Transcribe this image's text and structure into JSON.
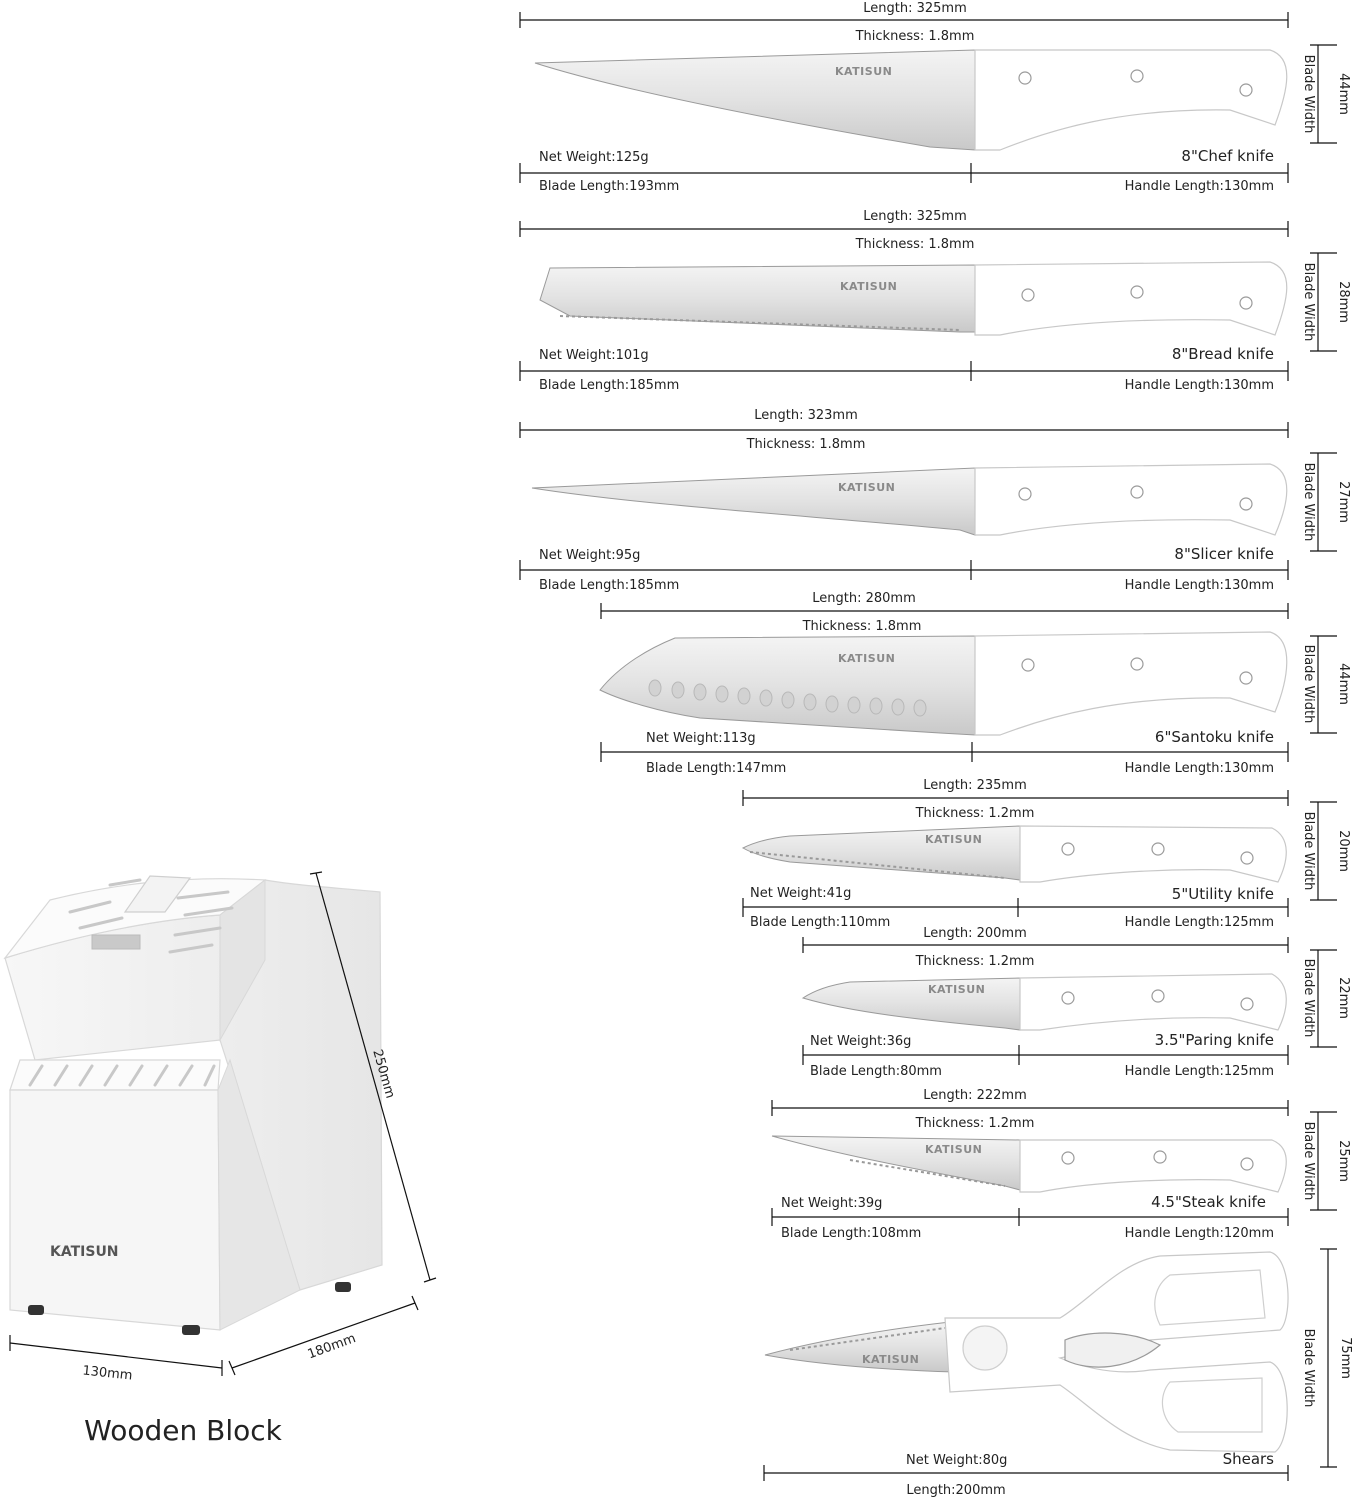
{
  "brand": "KATISUN",
  "block": {
    "caption": "Wooden Block",
    "height_label": "250mm",
    "depth_label": "180mm",
    "width_label": "130mm",
    "logo": "KATISUN"
  },
  "knives": [
    {
      "name": "8\"Chef knife",
      "length": "Length: 325mm",
      "thickness": "Thickness: 1.8mm",
      "weight": "Net Weight:125g",
      "blade_length": "Blade Length:193mm",
      "handle_length": "Handle Length:130mm",
      "width_value": "44mm",
      "width_label": "Blade Width"
    },
    {
      "name": "8\"Bread knife",
      "length": "Length: 325mm",
      "thickness": "Thickness: 1.8mm",
      "weight": "Net Weight:101g",
      "blade_length": "Blade Length:185mm",
      "handle_length": "Handle Length:130mm",
      "width_value": "28mm",
      "width_label": "Blade Width"
    },
    {
      "name": "8\"Slicer knife",
      "length": "Length: 323mm",
      "thickness": "Thickness: 1.8mm",
      "weight": "Net Weight:95g",
      "blade_length": "Blade Length:185mm",
      "handle_length": "Handle Length:130mm",
      "width_value": "27mm",
      "width_label": "Blade Width"
    },
    {
      "name": "6\"Santoku knife",
      "length": "Length: 280mm",
      "thickness": "Thickness: 1.8mm",
      "weight": "Net Weight:113g",
      "blade_length": "Blade Length:147mm",
      "handle_length": "Handle Length:130mm",
      "width_value": "44mm",
      "width_label": "Blade Width"
    },
    {
      "name": "5\"Utility knife",
      "length": "Length: 235mm",
      "thickness": "Thickness: 1.2mm",
      "weight": "Net Weight:41g",
      "blade_length": "Blade Length:110mm",
      "handle_length": "Handle Length:125mm",
      "width_value": "20mm",
      "width_label": "Blade Width"
    },
    {
      "name": "3.5\"Paring knife",
      "length": "Length: 200mm",
      "thickness": "Thickness: 1.2mm",
      "weight": "Net Weight:36g",
      "blade_length": "Blade Length:80mm",
      "handle_length": "Handle Length:125mm",
      "width_value": "22mm",
      "width_label": "Blade Width"
    },
    {
      "name": "4.5\"Steak knife",
      "length": "Length: 222mm",
      "thickness": "Thickness: 1.2mm",
      "weight": "Net Weight:39g",
      "blade_length": "Blade Length:108mm",
      "handle_length": "Handle Length:120mm",
      "width_value": "25mm",
      "width_label": "Blade Width"
    }
  ],
  "shears": {
    "name": "Shears",
    "weight": "Net Weight:80g",
    "length": "Length:200mm",
    "width_value": "75mm",
    "width_label": "Blade Width"
  }
}
